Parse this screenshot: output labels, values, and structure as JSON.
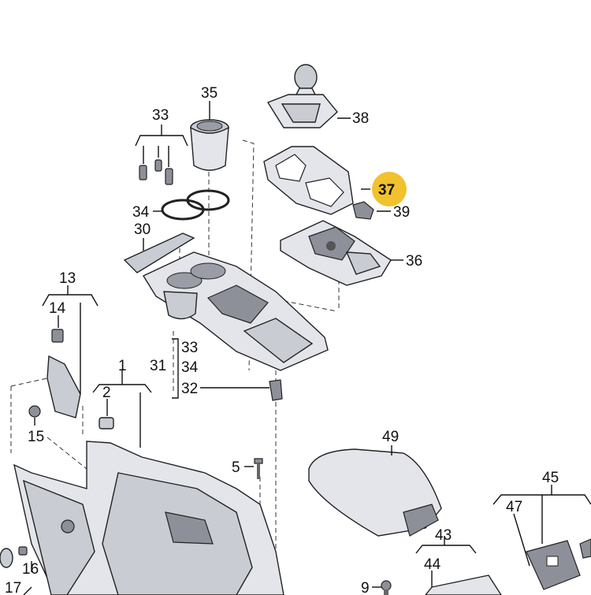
{
  "callouts": [
    {
      "id": "c35",
      "text": "35"
    },
    {
      "id": "c33a",
      "text": "33"
    },
    {
      "id": "c38",
      "text": "38"
    },
    {
      "id": "c37",
      "text": "37"
    },
    {
      "id": "c39",
      "text": "39"
    },
    {
      "id": "c34a",
      "text": "34"
    },
    {
      "id": "c30",
      "text": "30"
    },
    {
      "id": "c36",
      "text": "36"
    },
    {
      "id": "c13",
      "text": "13"
    },
    {
      "id": "c14",
      "text": "14"
    },
    {
      "id": "c33b",
      "text": "33"
    },
    {
      "id": "c31",
      "text": "31"
    },
    {
      "id": "c34b",
      "text": "34"
    },
    {
      "id": "c32",
      "text": "32"
    },
    {
      "id": "c1",
      "text": "1"
    },
    {
      "id": "c2",
      "text": "2"
    },
    {
      "id": "c15",
      "text": "15"
    },
    {
      "id": "c49",
      "text": "49"
    },
    {
      "id": "c5",
      "text": "5"
    },
    {
      "id": "c45",
      "text": "45"
    },
    {
      "id": "c47",
      "text": "47"
    },
    {
      "id": "c43",
      "text": "43"
    },
    {
      "id": "c44",
      "text": "44"
    },
    {
      "id": "c16",
      "text": "16"
    },
    {
      "id": "c17",
      "text": "17"
    },
    {
      "id": "c9",
      "text": "9"
    }
  ],
  "colors": {
    "highlight": "#f2c12e",
    "part_fill": "#e3e5ea",
    "part_dark": "#8d9099",
    "line": "#111111"
  }
}
